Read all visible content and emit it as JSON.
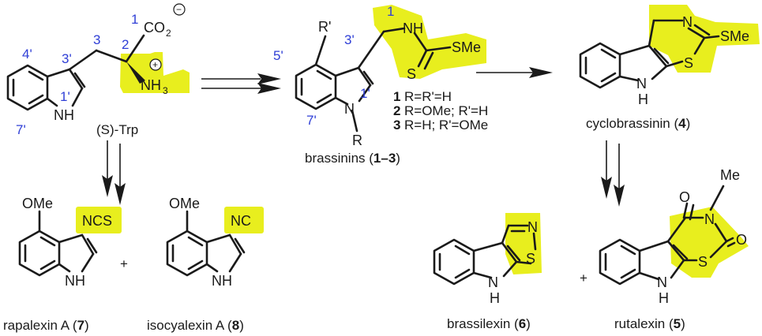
{
  "compounds": {
    "trp": {
      "name": "(S)-Trp"
    },
    "brassinins": {
      "name_prefix": "brassinins (",
      "ids": "1–3",
      "name_suffix": ")"
    },
    "cyclobrassinin": {
      "name": "cyclobrassinin (",
      "id": "4",
      "suffix": ")"
    },
    "brassilexin": {
      "name": "brassilexin (",
      "id": "6",
      "suffix": ")"
    },
    "rutalexin": {
      "name": "rutalexin (",
      "id": "5",
      "suffix": ")"
    },
    "rapalexin": {
      "name": "rapalexin A (",
      "id": "7",
      "suffix": ")"
    },
    "isocyalexin": {
      "name": "isocyalexin A (",
      "id": "8",
      "suffix": ")"
    }
  },
  "variants": [
    {
      "id": "1",
      "text": "R=R'=H"
    },
    {
      "id": "2",
      "text": "R=OMe; R'=H"
    },
    {
      "id": "3",
      "text": "R=H; R'=OMe"
    }
  ],
  "numbering": {
    "trp": [
      "1",
      "2",
      "3",
      "3'",
      "4'",
      "1'",
      "7'"
    ],
    "brassinin": [
      "1",
      "3'",
      "5'",
      "1'",
      "7'"
    ]
  },
  "atoms": {
    "NH": "NH",
    "N": "N",
    "H": "H",
    "CO2": "CO",
    "CO2_sub": "2",
    "NH3": "NH",
    "NH3_sub": "3",
    "plus_charge": "+",
    "minus_charge": "−",
    "S": "S",
    "SMe": "SMe",
    "OMe": "OMe",
    "NCS": "NCS",
    "NC": "NC",
    "O": "O",
    "Me": "Me",
    "R": "R",
    "Rp": "R'"
  },
  "operators": {
    "plus": "+"
  },
  "colors": {
    "highlight": "#e8ee1e",
    "numbering": "#2f3fd6",
    "ink": "#1a1a1a"
  }
}
